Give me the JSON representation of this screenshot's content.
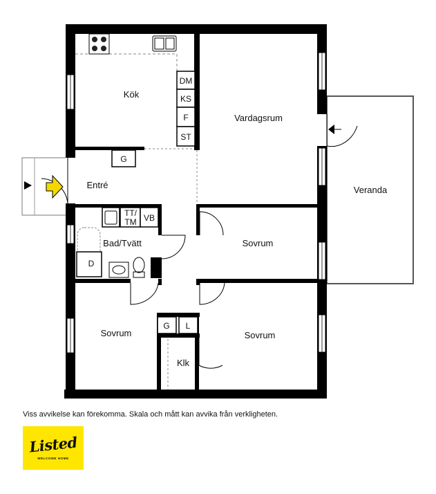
{
  "rooms": {
    "kok": "Kök",
    "vardagsrum": "Vardagsrum",
    "veranda": "Veranda",
    "entre": "Entré",
    "bad": "Bad/Tvätt",
    "sovrum_mid": "Sovrum",
    "sovrum_left": "Sovrum",
    "sovrum_right": "Sovrum",
    "klk": "Klk"
  },
  "fixtures": {
    "dm": "DM",
    "ks": "KS",
    "f": "F",
    "st": "ST",
    "g_entre": "G",
    "tt": "TT/",
    "tm": "TM",
    "vb": "VB",
    "d": "D",
    "g_hall": "G",
    "l": "L"
  },
  "disclaimer": "Viss avvikelse kan förekomma. Skala och mått kan avvika från verkligheten.",
  "logo": {
    "wordmark": "Listed",
    "tagline": "WELCOME HOME",
    "color": "#ffe600"
  },
  "colors": {
    "wall": "#000000",
    "arrow": "#f5d800"
  }
}
